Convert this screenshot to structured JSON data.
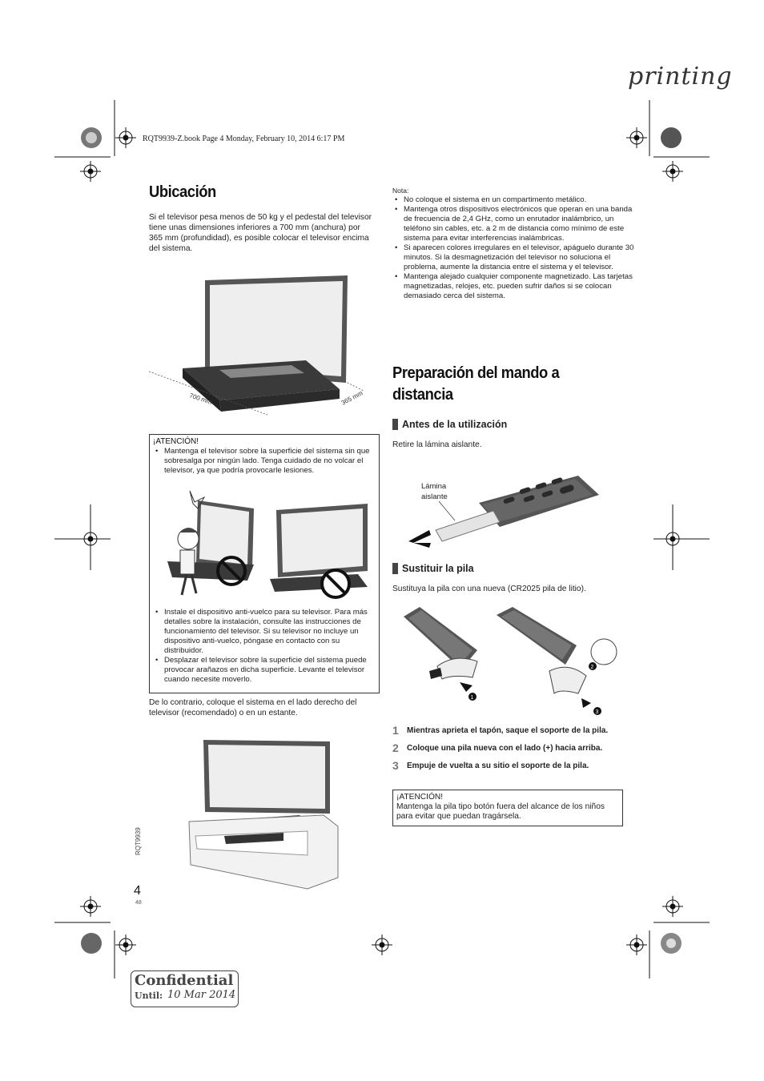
{
  "stamp": "printing",
  "header_line": "RQT9939-Z.book  Page 4  Monday, February 10, 2014  6:17 PM",
  "left": {
    "title": "Ubicación",
    "intro": "Si el televisor pesa menos de 50 kg y el pedestal del televisor tiene unas dimensiones inferiores a 700 mm (anchura) por 365 mm (profundidad), es posible colocar el televisor encima del sistema.",
    "dim_width": "700 mm",
    "dim_depth": "365 mm",
    "caution_title": "¡ATENCIÓN!",
    "caution_items": [
      "Mantenga el televisor sobre la superficie del sistema sin que sobresalga por ningún lado. Tenga cuidado de no volcar el televisor, ya que podría provocarle lesiones."
    ],
    "caution_items2": [
      "Instale el dispositivo anti-vuelco para su televisor. Para más detalles sobre la instalación, consulte las instrucciones de funcionamiento del televisor. Si su televisor no incluye un dispositivo anti-vuelco, póngase en contacto con su distribuidor.",
      "Desplazar el televisor sobre la superficie del sistema puede provocar arañazos en dicha superficie. Levante el televisor cuando necesite moverlo."
    ],
    "otherwise": "De lo contrario, coloque el sistema en el lado derecho del televisor (recomendado) o en un estante."
  },
  "right": {
    "note_label": "Nota:",
    "notes": [
      "No coloque el sistema en un compartimento metálico.",
      "Mantenga otros dispositivos electrónicos que operan en una banda de frecuencia de 2,4 GHz, como un enrutador inalámbrico, un teléfono sin cables, etc. a 2 m de distancia como mínimo de este sistema para evitar interferencias inalámbricas.",
      "Si aparecen colores irregulares en el televisor, apáguelo durante 30 minutos. Si la desmagnetización del televisor no soluciona el problema, aumente la distancia entre el sistema y el televisor.",
      "Mantenga alejado cualquier componente magnetizado. Las tarjetas magnetizadas, relojes, etc. pueden sufrir daños si se colocan demasiado cerca del sistema."
    ],
    "title_line1": "Preparación del mando a",
    "title_line2": "distancia",
    "sub1": "Antes de la utilización",
    "sub1_text": "Retire la lámina aislante.",
    "sheet_label_1": "Lámina",
    "sheet_label_2": "aislante",
    "sub2": "Sustituir la pila",
    "sub2_text": "Sustituya la pila con una nueva (CR2025 pila de litio).",
    "steps": [
      {
        "n": "1",
        "text": "Mientras aprieta el tapón, saque el soporte de la pila."
      },
      {
        "n": "2",
        "text": "Coloque una pila nueva con el lado (+) hacia arriba."
      },
      {
        "n": "3",
        "text": "Empuje de vuelta a su sitio el soporte de la pila."
      }
    ],
    "caution_title": "¡ATENCIÓN!",
    "caution_text": "Mantenga la pila tipo botón fuera del alcance de los niños para evitar que puedan tragársela.",
    "fig_marks": [
      "1",
      "2",
      "3"
    ]
  },
  "page_code": "RQT9939",
  "page_number": "4",
  "page_sub": "48",
  "confidential": {
    "title": "Confidential",
    "until_label": "Until:",
    "date": "10 Mar 2014"
  }
}
